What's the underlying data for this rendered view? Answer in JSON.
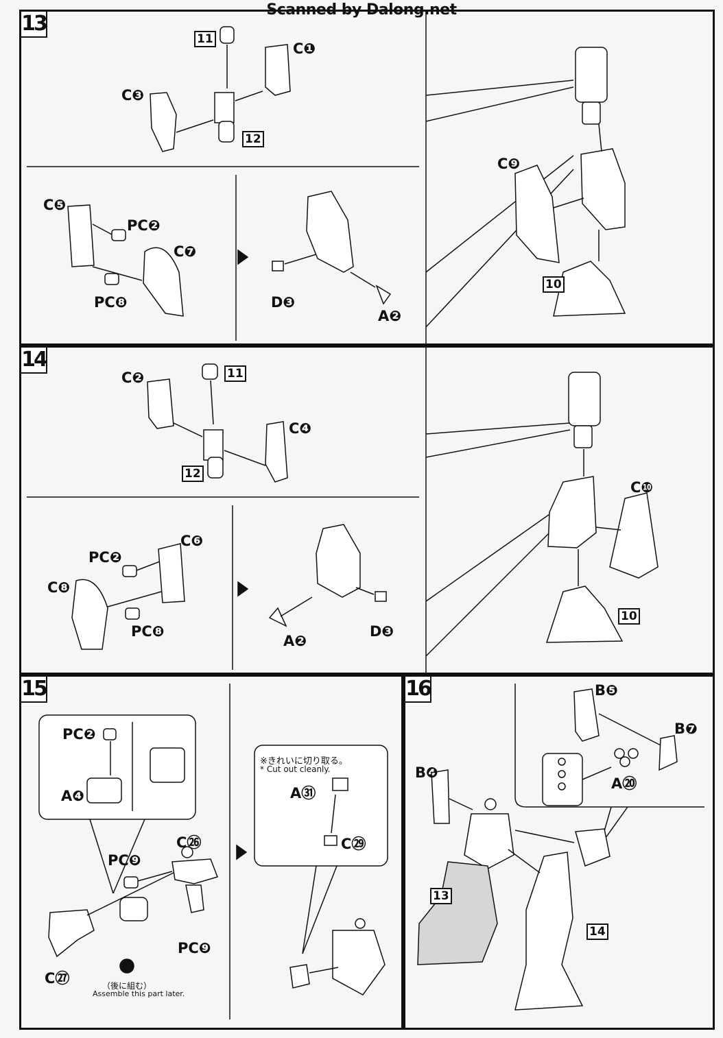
{
  "header": {
    "watermark": "Scanned by Dalong.net"
  },
  "step13": {
    "number": "13",
    "refs": {
      "r11": "11",
      "r12": "12",
      "r10": "10"
    },
    "labels": {
      "c1": "C❶",
      "c3": "C❸",
      "c5": "C❺",
      "pc2": "PC❷",
      "c7": "C❼",
      "pc8": "PC❽",
      "d3": "D❸",
      "a2": "A❷",
      "c9": "C❾"
    }
  },
  "step14": {
    "number": "14",
    "refs": {
      "r11": "11",
      "r12": "12",
      "r10": "10"
    },
    "labels": {
      "c2": "C❷",
      "c4": "C❹",
      "c6": "C❻",
      "pc2": "PC❷",
      "c8": "C❽",
      "pc8": "PC❽",
      "a2": "A❷",
      "d3": "D❸",
      "c10": "C❿"
    }
  },
  "step15": {
    "number": "15",
    "labels": {
      "pc2": "PC❷",
      "a4": "A❹",
      "c26": "C㉖",
      "pc9a": "PC❾",
      "pc9b": "PC❾",
      "c27": "C㉗",
      "a31": "A㉛",
      "c29": "C㉙"
    },
    "notes": {
      "cut_jp": "※きれいに切り取る。",
      "cut_en": "* Cut out cleanly.",
      "later_jp": "（後に組む）",
      "later_en": "Assemble this part later."
    }
  },
  "step16": {
    "number": "16",
    "refs": {
      "r13": "13",
      "r14": "14"
    },
    "labels": {
      "b5": "B❺",
      "b7": "B❼",
      "a20": "A⑳",
      "b4": "B❹"
    }
  }
}
